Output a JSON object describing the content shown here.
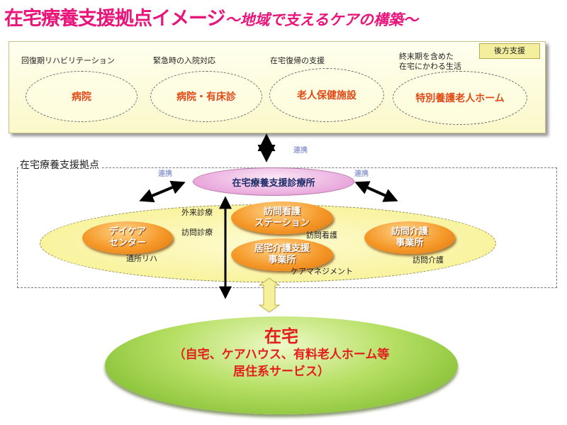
{
  "title": "在宅療養支援拠点イメージ",
  "subtitle": "～地域で支えるケアの構築～",
  "backup": {
    "label": "後方支援",
    "headers": [
      "回復期リハビリテーション",
      "緊急時の入院対応",
      "在宅復帰の支援",
      "終末期を含めた",
      "在宅にかわる生活"
    ],
    "facilities": [
      "病院",
      "病院・有床診",
      "老人保健施設",
      "特別養護老人ホーム"
    ]
  },
  "hub": {
    "title": "在宅療養支援拠点",
    "clinic": "在宅療養支援診療所",
    "renkei": "連携",
    "services": {
      "daycare": [
        "デイケア",
        "センター"
      ],
      "nursing_station": [
        "訪問看護",
        "ステーション"
      ],
      "care_support": [
        "居宅介護支援",
        "事業所"
      ],
      "home_care": [
        "訪問介護",
        "事業所"
      ]
    },
    "links": {
      "outpatient": "外来診療",
      "home_visit": "訪問診療",
      "day_rehab": "通所リハ",
      "visit_nursing": "訪問看護",
      "visit_care": "訪問介護",
      "care_management": "ケアマネジメント"
    }
  },
  "home": {
    "label": "在宅",
    "detail_line1": "（自宅、ケアハウス、有料老人ホーム等",
    "detail_line2": "居住系サービス）"
  },
  "colors": {
    "title": "#e8157a",
    "facility_text": "#e14a0c",
    "clinic_text": "#1f2c6a",
    "home_text": "#e31e1e",
    "renkei": "#9aa5d8"
  }
}
